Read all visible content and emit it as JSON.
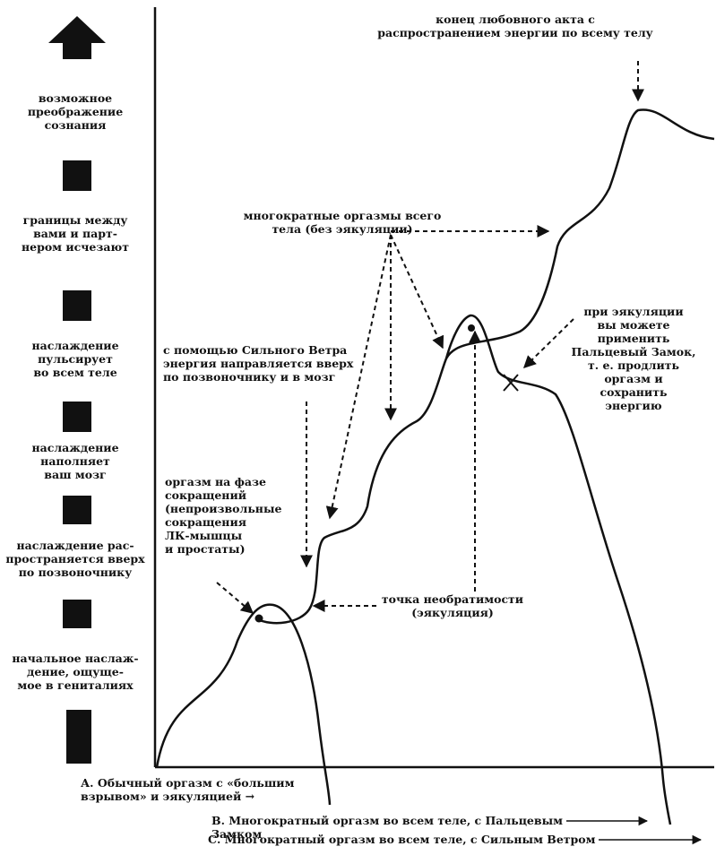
{
  "left_scale": {
    "top_arrow_icon": "up-arrow",
    "levels": [
      {
        "text": "возможное\nпреображение\nсознания"
      },
      {
        "text": "границы между\nвами и парт-\nнером исчезают"
      },
      {
        "text": "наслаждение\nпульсирует\nво всем теле"
      },
      {
        "text": "наслаждение\nнаполняет\nваш мозг"
      },
      {
        "text": "наслаждение рас-\nпространяется вверх\nпо позвоночнику"
      },
      {
        "text": "начальное наслаж-\nдение, ощуще-\nмое в гениталиях"
      }
    ]
  },
  "annotations": {
    "end_act": "конец любовного акта с\nраспространением энергии по всему телу",
    "multiple": "многократные оргазмы всего\nтела (без эякуляции)",
    "big_draw": "с помощью Сильного Ветра\nэнергия направляется вверх\nпо позвоночнику и в мозг",
    "contraction": "оргазм на фазе\nсокращений\n(непроизвольные\nсокращения\nЛК-мышцы\nи простаты)",
    "lock": "при эякуляции\nвы можете\nприменить\nПальцевый Замок,\nт. е. продлить\nоргазм и\nсохранить\nэнергию",
    "no_return": "точка необратимости\n(эякуляция)"
  },
  "legend": {
    "a": "А. Обычный оргазм с «большим\nвзрывом» и эякуляцией →",
    "b": "В. Многократный оргазм во всем теле, с Пальцевым Замком",
    "c": "С. Многократный оргазм во всем теле, с Сильным Ветром"
  }
}
